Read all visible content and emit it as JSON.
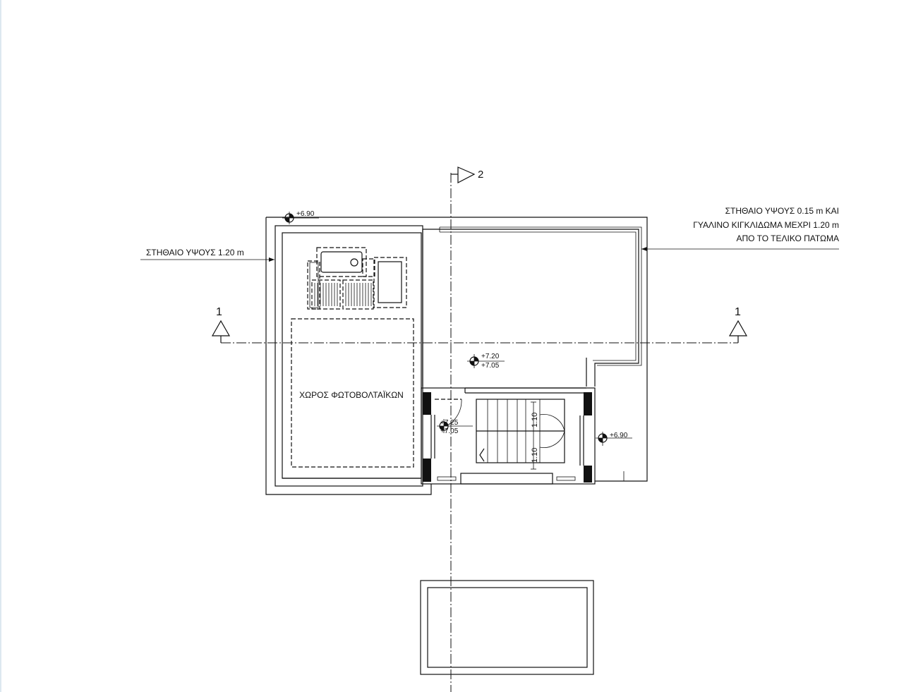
{
  "annotations": {
    "parapet_left": "ΣΤΗΘΑΙΟ ΥΨΟΥΣ 1.20 m",
    "parapet_right_line1": "ΣΤΗΘΑΙΟ ΥΨΟΥΣ 0.15 m ΚΑΙ",
    "parapet_right_line2": "ΓΥΑΛΙΝΟ ΚΙΓΚΛΙΔΩΜΑ ΜΕΧΡΙ 1.20 m",
    "parapet_right_line3": "ΑΠΟ ΤΟ ΤΕΛΙΚΟ ΠΑΤΩΜΑ",
    "pv_area": "ΧΩΡΟΣ ΦΩΤΟΒΟΛΤΑΪΚΩΝ"
  },
  "sections": {
    "section_1_left": "1",
    "section_1_right": "1",
    "section_2": "2"
  },
  "levels": {
    "top_left": "+6.90",
    "roof_upper": "+7.20",
    "roof_lower": "+7.05",
    "stair_upper": "+7.25",
    "stair_lower": "+7.05",
    "right": "+6.90"
  },
  "dimensions": {
    "flight_upper": "1.10",
    "flight_lower": "1.10"
  }
}
